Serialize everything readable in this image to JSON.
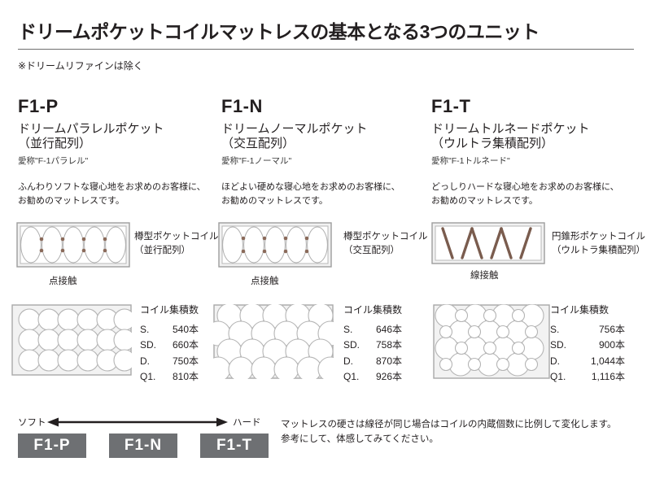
{
  "header": {
    "title": "ドリームポケットコイルマットレスの基本となる3つのユニット",
    "subtitle": "※ドリームリファインは除く"
  },
  "columns": [
    {
      "code": "F1-P",
      "product_name_line1": "ドリームパラレルポケット",
      "product_name_line2": "（並行配列）",
      "nickname": "愛称\"F-1パラレル\"",
      "description_line1": "ふんわりソフトな寝心地をお求めのお客様に、",
      "description_line2": "お勧めのマットレスです。",
      "coil_type_line1": "樽型ポケットコイル",
      "coil_type_line2": "（並行配列）",
      "contact_type": "点接触",
      "counts_heading": "コイル集積数",
      "counts": [
        {
          "size": "S.",
          "value": "540本"
        },
        {
          "size": "SD.",
          "value": "660本"
        },
        {
          "size": "D.",
          "value": "750本"
        },
        {
          "size": "Q1.",
          "value": "810本"
        }
      ]
    },
    {
      "code": "F1-N",
      "product_name_line1": "ドリームノーマルポケット",
      "product_name_line2": "（交互配列）",
      "nickname": "愛称\"F-1ノーマル\"",
      "description_line1": "ほどよい硬めな寝心地をお求めのお客様に、",
      "description_line2": "お勧めのマットレスです。",
      "coil_type_line1": "樽型ポケットコイル",
      "coil_type_line2": "（交互配列）",
      "contact_type": "点接触",
      "counts_heading": "コイル集積数",
      "counts": [
        {
          "size": "S.",
          "value": "646本"
        },
        {
          "size": "SD.",
          "value": "758本"
        },
        {
          "size": "D.",
          "value": "870本"
        },
        {
          "size": "Q1.",
          "value": "926本"
        }
      ]
    },
    {
      "code": "F1-T",
      "product_name_line1": "ドリームトルネードポケット",
      "product_name_line2": "（ウルトラ集積配列）",
      "nickname": "愛称\"F-1トルネード\"",
      "description_line1": "どっしりハードな寝心地をお求めのお客様に、",
      "description_line2": "お勧めのマットレスです。",
      "coil_type_line1": "円錐形ポケットコイル",
      "coil_type_line2": "（ウルトラ集積配列）",
      "contact_type": "線接触",
      "counts_heading": "コイル集積数",
      "counts": [
        {
          "size": "S.",
          "value": "756本"
        },
        {
          "size": "SD.",
          "value": "900本"
        },
        {
          "size": "D.",
          "value": "1,044本"
        },
        {
          "size": "Q1.",
          "value": "1,116本"
        }
      ]
    }
  ],
  "scale": {
    "soft_label": "ソフト",
    "hard_label": "ハード",
    "chips": [
      "F1-P",
      "F1-N",
      "F1-T"
    ],
    "footnote_line1": "マットレスの硬さは線径が同じ場合はコイルの内蔵個数に比例して変化します。",
    "footnote_line2": "参考にして、体感してみてください。"
  },
  "colors": {
    "chip_background": "#6e7073",
    "coil_contact_dot": "#8a6a5a",
    "panel_fill": "#f1f1f1",
    "panel_border": "#a9a9a9",
    "text": "#231f20"
  }
}
